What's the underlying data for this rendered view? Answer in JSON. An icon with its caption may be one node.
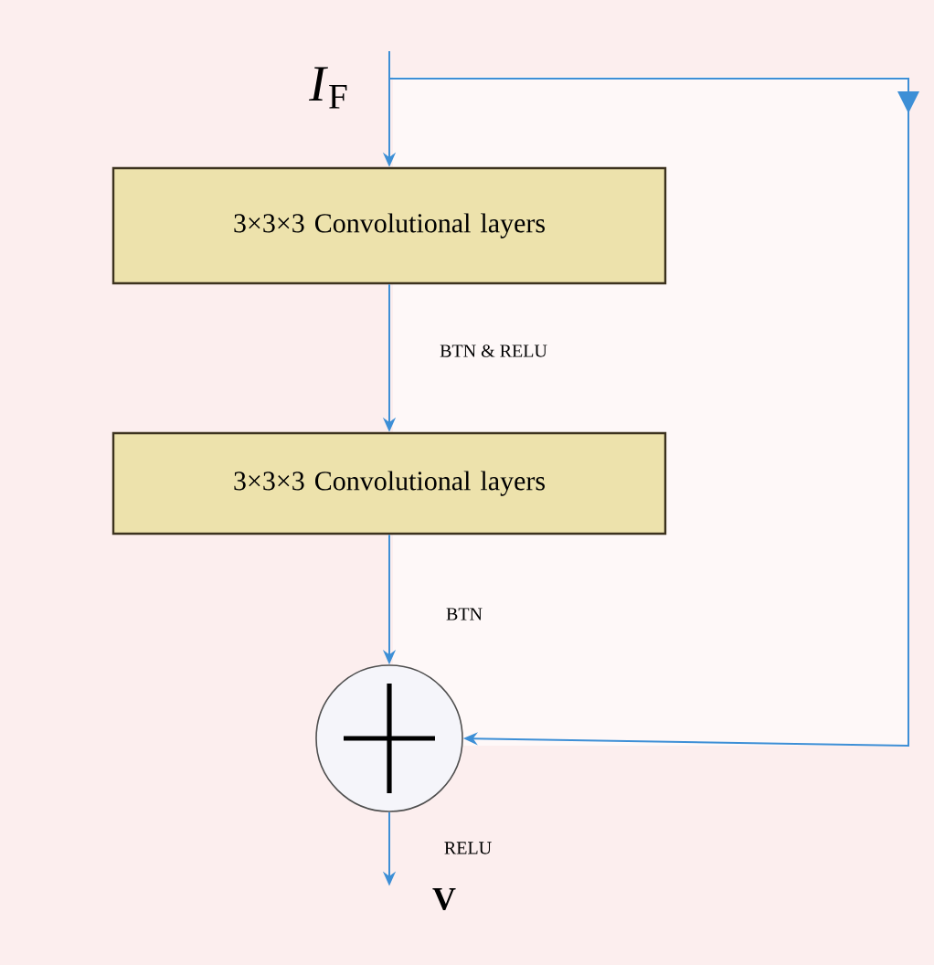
{
  "diagram": {
    "nodes": [
      {
        "text": [
          "3×3×3 Convolutional layers"
        ]
      },
      {
        "text": [
          "3×3×3 Convolutional layers"
        ]
      },
      {
        "text": [],
        "shape": "circle"
      },
      {
        "text": [
          "V"
        ]
      }
    ],
    "edges": [
      {
        "from": null,
        "to": 0,
        "arrow": "to",
        "label": "*I*$_{F}$"
      },
      {
        "from": null,
        "to": 2,
        "arrow": "to"
      },
      {
        "from": 0,
        "to": 1,
        "arrow": "to",
        "label": "BTN & RELU"
      },
      {
        "from": 1,
        "to": 2,
        "arrow": "to",
        "label": "BTN"
      },
      {
        "from": 2,
        "to": 3,
        "arrow": "to",
        "label": "RELU"
      }
    ]
  }
}
